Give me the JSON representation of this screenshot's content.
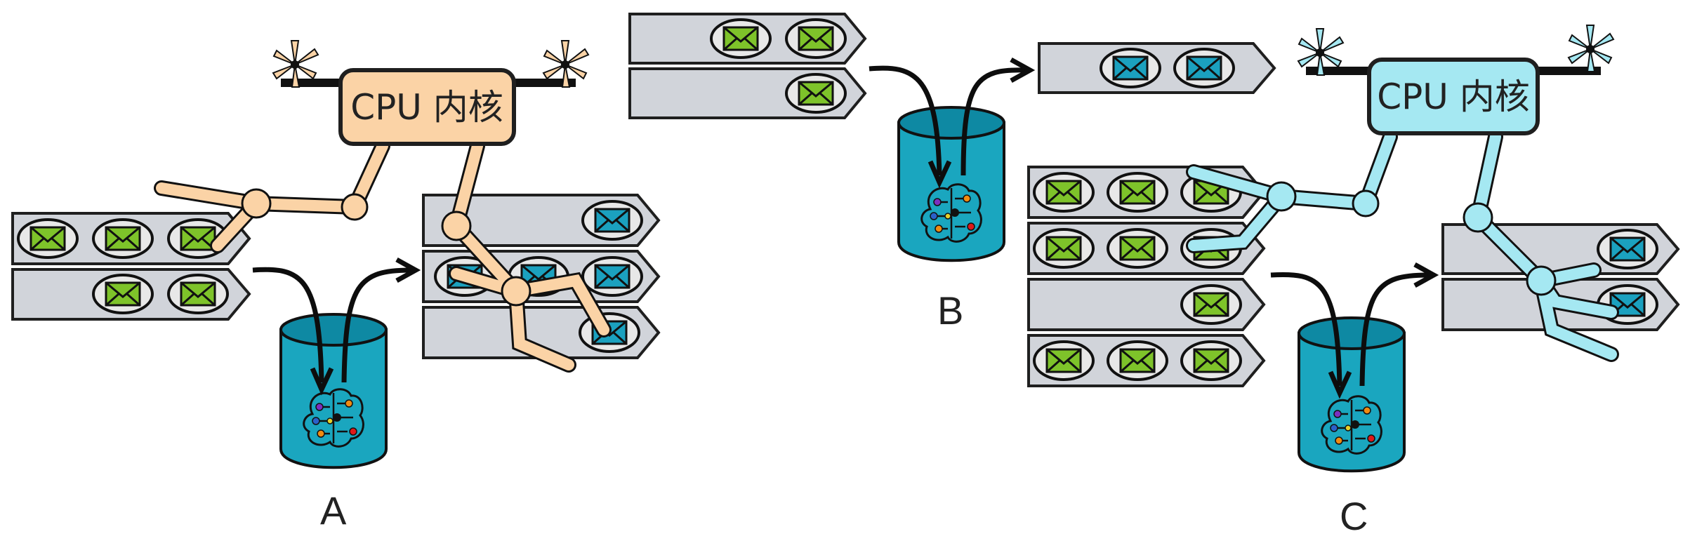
{
  "labels": {
    "a": "A",
    "b": "B",
    "c": "C"
  },
  "cpu": {
    "left_label": "CPU 内核",
    "right_label": "CPU 内核"
  },
  "colors": {
    "cpu_left_fill": "#fbd3a6",
    "cpu_right_fill": "#a5e8f2",
    "queue_fill": "#d1d4da",
    "queue_stroke": "#1f1f1f",
    "envelope_green": "#7ec32a",
    "envelope_blue": "#1ba1bf",
    "bucket_fill": "#1aa6bf",
    "bucket_top": "#0e89a3",
    "arrow": "#0d0d0d"
  },
  "icons": {
    "envelope": "envelope-icon",
    "brain": "brain-circuit-icon",
    "propeller": "propeller-icon"
  }
}
